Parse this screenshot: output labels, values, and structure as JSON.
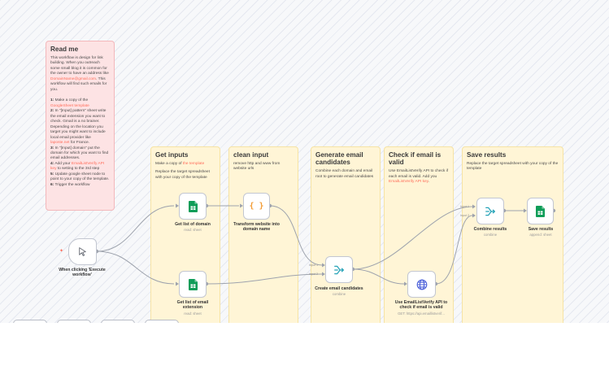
{
  "colors": {
    "accent": "#ff6d5a",
    "edge": "#9ea3ad",
    "sheets_green": "#0f9d58",
    "code_orange": "#f39c35",
    "merge_teal": "#27a3b8",
    "http_blue": "#4a5fd9"
  },
  "notes": {
    "readme": {
      "title": "Read me",
      "p1_a": "This workflow is design for link building. When you outreach some small blog it is common for the owner to have an address like",
      "p1_link": "DomainName@gmail.com",
      "p1_b": ". This workflow will find such emails for you.",
      "s1_num": "1:",
      "s1_a": " Make a copy of the",
      "s1_link": "GoogleSheet template",
      "s2_num": "2:",
      "s2_a": " In \"[Input] pattern\" sheet write the email extension you want to check. Gmail is a no brainer. Depending on the location you target you might want to include local email provider like",
      "s2_link": "laposte.net",
      "s2_b": " for France.",
      "s3_num": "3:",
      "s3_a": " In \"[Input] domain\" put the domain for which you want to find email addresses.",
      "s4_num": "4:",
      "s4_a": " Add your",
      "s4_link": "EmailListVerify API key",
      "s4_b": " to setting to the 3rd step",
      "s5_num": "5:",
      "s5_a": " Update google sheet node to point to your copy of the template.",
      "s6_num": "6:",
      "s6_a": " Trigger the workflow"
    },
    "get_inputs": {
      "title": "Get inputs",
      "p1_a": "Make a copy of",
      "p1_link": "the template",
      "p2": "Replace the target spreadsheet with your copy of the template"
    },
    "clean_input": {
      "title": "clean input",
      "p1": "remove http and www from website urls"
    },
    "generate": {
      "title": "Generate email candidates",
      "p1": "Combine each domain and email root to generate email candidates"
    },
    "check_valid": {
      "title": "Check if email is valid",
      "p1": "Use EmailListVerify API to check if each email is valid.",
      "p2_a": "Add you",
      "p2_link": "EmailListVerify API key",
      "p2_b": "."
    },
    "save": {
      "title": "Save results",
      "p1": "Replace the target spreadsheet with your copy of the template"
    }
  },
  "nodes": {
    "trigger": {
      "label": "When clicking 'Execute workflow'",
      "icon": "cursor-click-icon"
    },
    "get_domain": {
      "label": "Get list of domain",
      "sub": "read: sheet",
      "icon": "google-sheets-icon"
    },
    "get_extension": {
      "label": "Get list of email extension",
      "sub": "read: sheet",
      "icon": "google-sheets-icon"
    },
    "transform": {
      "label": "Transform website into domain name",
      "icon_text": "{ }",
      "icon": "code-braces-icon"
    },
    "create_candidates": {
      "label": "Create email candidates",
      "sub": "combine",
      "input1": "Input 1",
      "input2": "Input 2",
      "icon": "merge-icon"
    },
    "verify": {
      "label": "Use EmailListVerify API to check if email is valid",
      "sub": "GET: https://api.emaillistverif...",
      "icon": "globe-icon"
    },
    "combine_results": {
      "label": "Combine results",
      "sub": "combine",
      "input1": "Input 1",
      "input2": "Input 2",
      "icon": "merge-icon"
    },
    "save_results": {
      "label": "Save results",
      "sub": "append: sheet",
      "icon": "google-sheets-icon"
    }
  }
}
